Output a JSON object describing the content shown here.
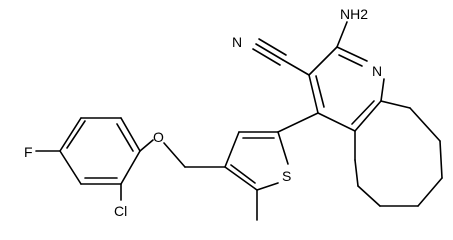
{
  "molecule": {
    "atoms": {
      "nh2": "NH2",
      "cn_nitrogen": "N",
      "ring_nitrogen": "N",
      "sulfur": "S",
      "oxygen": "O",
      "fluorine": "F",
      "chlorine": "Cl"
    }
  }
}
